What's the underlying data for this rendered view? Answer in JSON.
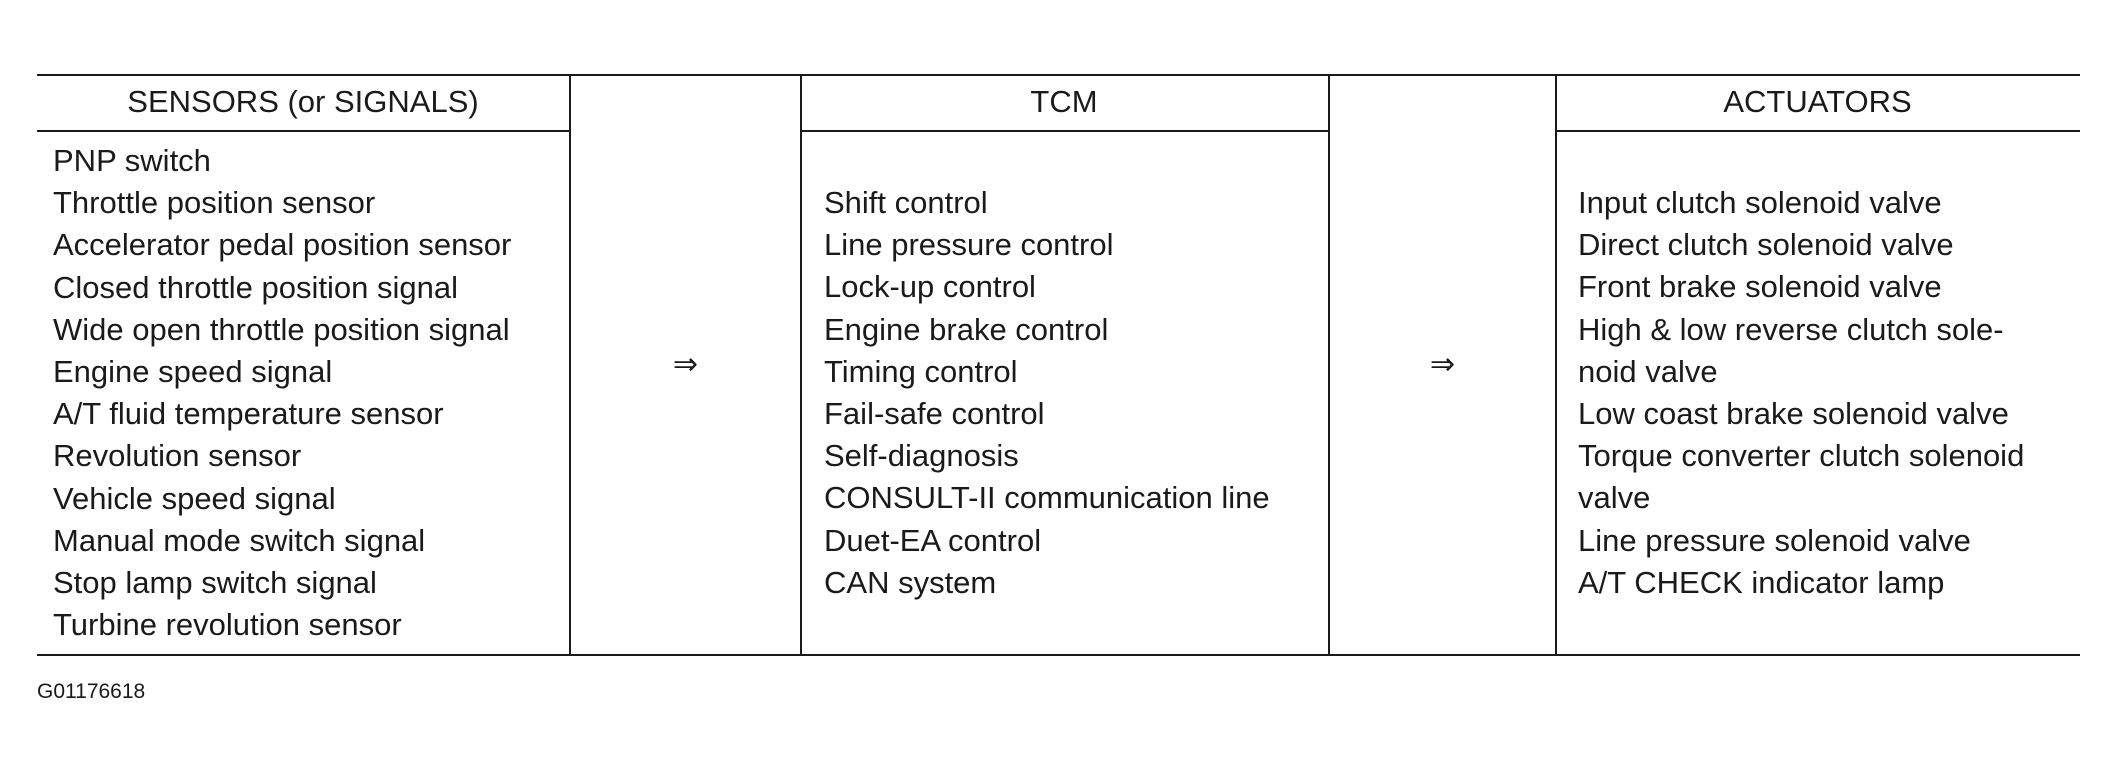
{
  "sensors": {
    "header": "SENSORS (or SIGNALS)",
    "items": [
      "PNP switch",
      "Throttle position sensor",
      "Accelerator pedal position sensor",
      "Closed throttle position signal",
      "Wide open throttle position signal",
      "Engine speed signal",
      "A/T fluid temperature sensor",
      "Revolution sensor",
      "Vehicle speed signal",
      "Manual mode switch signal",
      "Stop lamp switch signal",
      "Turbine revolution sensor"
    ]
  },
  "arrow_symbol": "⇒",
  "tcm": {
    "header": "TCM",
    "items": [
      "Shift control",
      "Line pressure control",
      "Lock-up control",
      "Engine brake control",
      "Timing control",
      "Fail-safe control",
      "Self-diagnosis",
      "CONSULT-II communication line",
      "Duet-EA control",
      "CAN system"
    ]
  },
  "actuators": {
    "header": "ACTUATORS",
    "items": [
      "Input clutch solenoid valve",
      "Direct clutch solenoid valve",
      "Front brake solenoid valve",
      "High & low reverse clutch sole-",
      "noid valve",
      "Low coast brake solenoid valve",
      "Torque converter clutch solenoid",
      "valve",
      "Line pressure solenoid valve",
      "A/T CHECK indicator lamp"
    ]
  },
  "figure_id": "G01176618"
}
